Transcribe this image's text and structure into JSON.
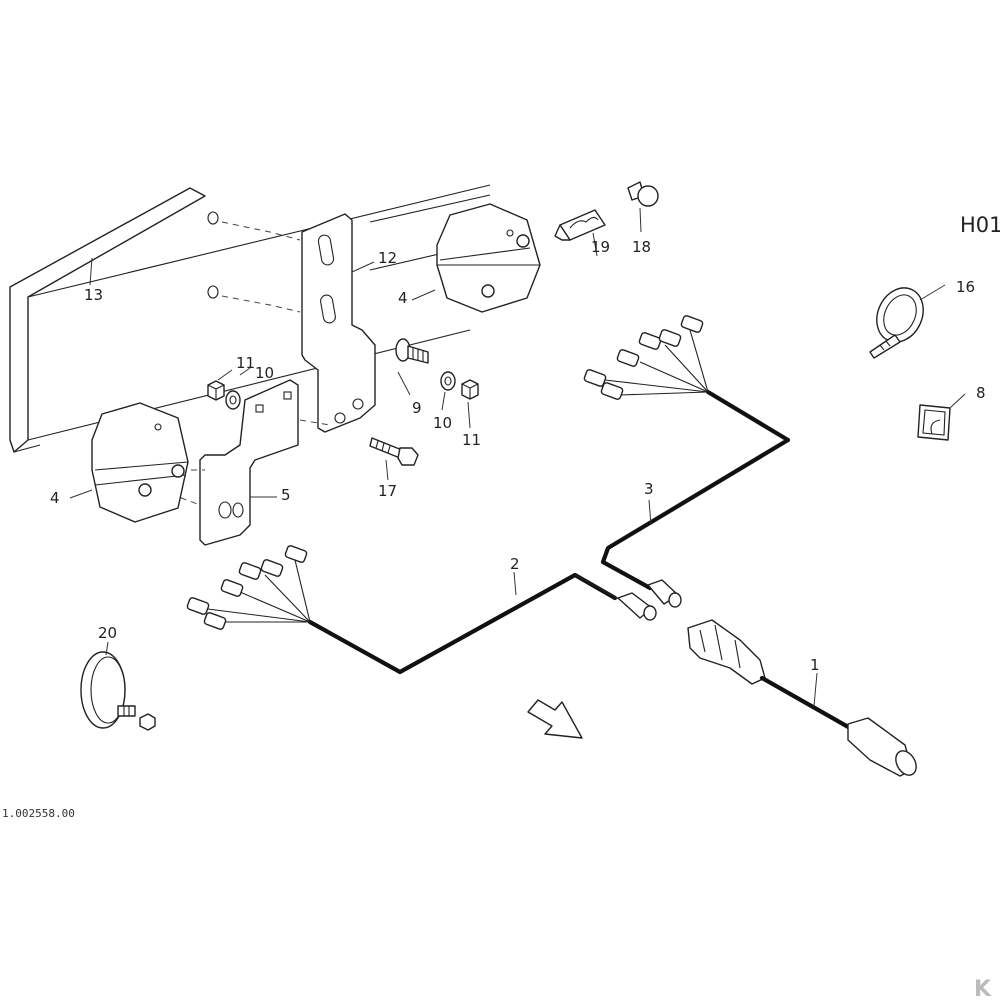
{
  "diagram": {
    "page_code": "H01",
    "drawing_number": "1.002558.00",
    "logo_text": "K",
    "part_labels": [
      "1",
      "2",
      "3",
      "4",
      "4",
      "5",
      "8",
      "9",
      "10",
      "10",
      "11",
      "11",
      "12",
      "13",
      "16",
      "17",
      "18",
      "19",
      "20"
    ]
  }
}
